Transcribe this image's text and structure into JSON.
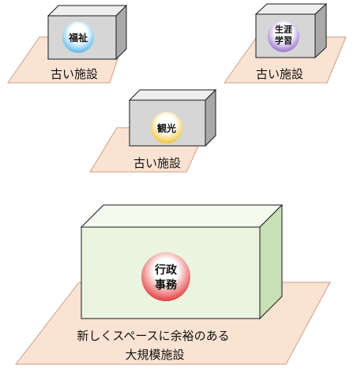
{
  "colors": {
    "floor_fill": "#fbe3d3",
    "floor_stroke": "#c8a088",
    "box_face_gray": "#d6d6d6",
    "box_side_gray": "#a9a9a9",
    "box_top_gray": "#eeeeee",
    "box_face_green": "#ebf4e1",
    "box_side_green": "#c9dfb4",
    "box_top_green": "#f5faef",
    "box_stroke": "#1a1a1a",
    "badge_welfare": "#5ab8ee",
    "badge_lifelong": "#9a72cc",
    "badge_tourism": "#f2c43a",
    "badge_admin": "#e23d3d"
  },
  "diagram": {
    "facilities": [
      {
        "name": "welfare",
        "badge_lines": [
          "福祉"
        ],
        "badge_color": "#5ab8ee",
        "caption_lines": [
          "古い施設"
        ]
      },
      {
        "name": "lifelong-learning",
        "badge_lines": [
          "生涯",
          "学習"
        ],
        "badge_color": "#9a72cc",
        "caption_lines": [
          "古い施設"
        ]
      },
      {
        "name": "tourism",
        "badge_lines": [
          "観光"
        ],
        "badge_color": "#f2c43a",
        "caption_lines": [
          "古い施設"
        ]
      },
      {
        "name": "administration",
        "badge_lines": [
          "行政",
          "事務"
        ],
        "badge_color": "#e23d3d",
        "caption_lines": [
          "新しくスペースに余裕のある",
          "大規模施設"
        ]
      }
    ]
  }
}
